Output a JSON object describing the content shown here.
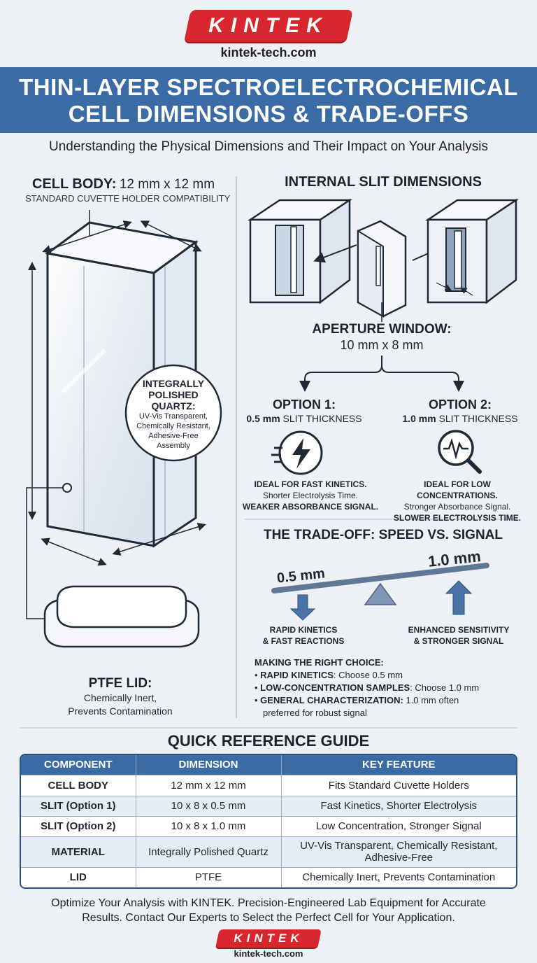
{
  "brand": {
    "name": "KINTEK",
    "url": "kintek-tech.com"
  },
  "title": {
    "line1": "THIN-LAYER SPECTROELECTROCHEMICAL",
    "line2": "CELL DIMENSIONS & TRADE-OFFS"
  },
  "subtitle": "Understanding the Physical Dimensions and Their Impact on Your Analysis",
  "cell_body": {
    "label": "CELL BODY:",
    "dims": "12 mm x 12 mm",
    "note": "STANDARD CUVETTE HOLDER COMPATIBILITY"
  },
  "quartz_callout": {
    "title": [
      "INTEGRALLY",
      "POLISHED",
      "QUARTZ:"
    ],
    "lines": [
      "UV-Vis Transparent,",
      "Chemically Resistant,",
      "Adhesive-Free",
      "Assembly"
    ]
  },
  "ptfe_lid": {
    "title": "PTFE LID:",
    "lines": [
      "Chemically Inert,",
      "Prevents Contamination"
    ]
  },
  "slit": {
    "title": "INTERNAL SLIT DIMENSIONS",
    "aperture_label": "APERTURE WINDOW:",
    "aperture_dims": "10 mm x 8 mm"
  },
  "option1": {
    "title": "OPTION 1:",
    "thickness_value": "0.5 mm",
    "thickness_label": "SLIT THICKNESS",
    "line1": "IDEAL FOR FAST KINETICS.",
    "line2": "Shorter Electrolysis Time.",
    "line3": "WEAKER ABSORBANCE SIGNAL.",
    "icon": "lightning-icon"
  },
  "option2": {
    "title": "OPTION 2:",
    "thickness_value": "1.0 mm",
    "thickness_label": "SLIT THICKNESS",
    "line1": "IDEAL FOR LOW CONCENTRATIONS.",
    "line2": "Stronger Absorbance Signal.",
    "line3": "SLOWER ELECTROLYSIS TIME.",
    "icon": "magnifier-signal-icon"
  },
  "tradeoff": {
    "title": "THE TRADE-OFF: SPEED VS. SIGNAL",
    "left_value": "0.5 mm",
    "right_value": "1.0 mm",
    "left_caption": [
      "RAPID KINETICS",
      "& FAST REACTIONS"
    ],
    "right_caption": [
      "ENHANCED SENSITIVITY",
      "& STRONGER SIGNAL"
    ]
  },
  "choice": {
    "title": "MAKING THE RIGHT CHOICE:",
    "items": [
      {
        "bold": "RAPID KINETICS",
        "rest": ": Choose 0.5 mm"
      },
      {
        "bold": "LOW-CONCENTRATION SAMPLES",
        "rest": ": Choose 1.0 mm"
      },
      {
        "bold": "GENERAL CHARACTERIZATION:",
        "rest": " 1.0 mm often",
        "rest2": "preferred for robust signal"
      }
    ]
  },
  "reference": {
    "title": "QUICK REFERENCE GUIDE",
    "headers": [
      "COMPONENT",
      "DIMENSION",
      "KEY FEATURE"
    ],
    "rows": [
      [
        "CELL BODY",
        "12 mm x 12 mm",
        "Fits Standard Cuvette Holders"
      ],
      [
        "SLIT (Option 1)",
        "10 x 8 x 0.5 mm",
        "Fast Kinetics, Shorter Electrolysis"
      ],
      [
        "SLIT (Option 2)",
        "10 x 8 x 1.0 mm",
        "Low Concentration, Stronger Signal"
      ],
      [
        "MATERIAL",
        "Integrally Polished Quartz",
        "UV-Vis Transparent, Chemically Resistant, Adhesive-Free"
      ],
      [
        "LID",
        "PTFE",
        "Chemically Inert, Prevents Contamination"
      ]
    ]
  },
  "footer": {
    "line1": "Optimize Your Analysis with KINTEK. Precision-Engineered Lab Equipment for Accurate",
    "line2": "Results. Contact Our Experts to Select the Perfect Cell for Your Application."
  },
  "colors": {
    "brand_red": "#d7262e",
    "header_blue": "#3a6ba4",
    "table_border": "#2c4f7c",
    "arrow_blue": "#4a74a8"
  }
}
